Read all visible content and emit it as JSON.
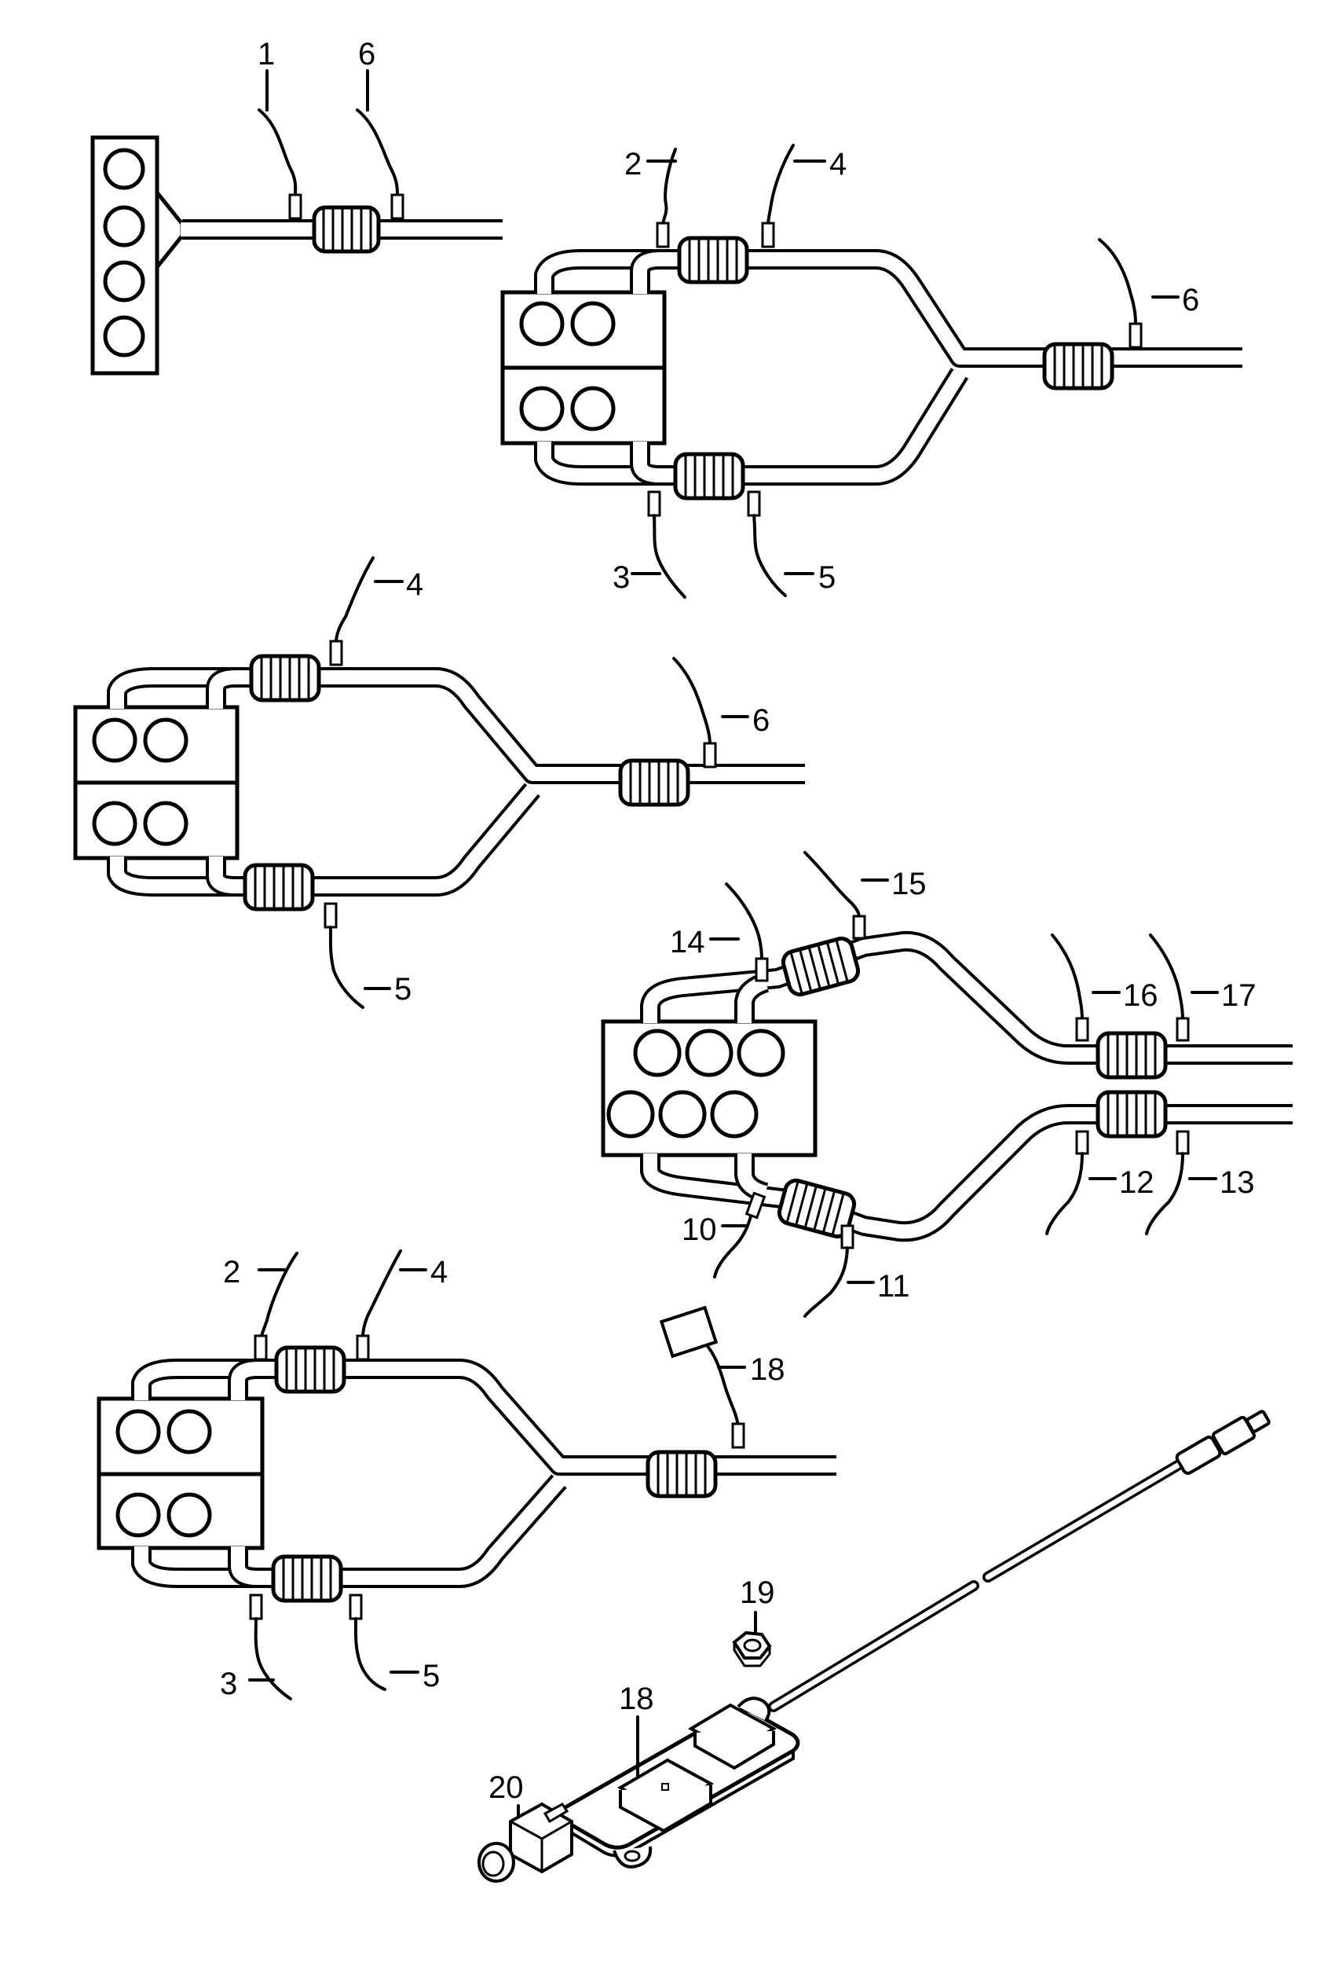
{
  "diagram": {
    "callouts": {
      "d1": [
        "1",
        "6"
      ],
      "d2": [
        "2",
        "4",
        "6",
        "3",
        "5"
      ],
      "d3": [
        "4",
        "6",
        "5"
      ],
      "d4": [
        "15",
        "14",
        "16",
        "17",
        "12",
        "13",
        "10",
        "11"
      ],
      "d5": [
        "2",
        "4",
        "18",
        "3",
        "5"
      ],
      "d6": [
        "19",
        "18",
        "20"
      ]
    }
  }
}
